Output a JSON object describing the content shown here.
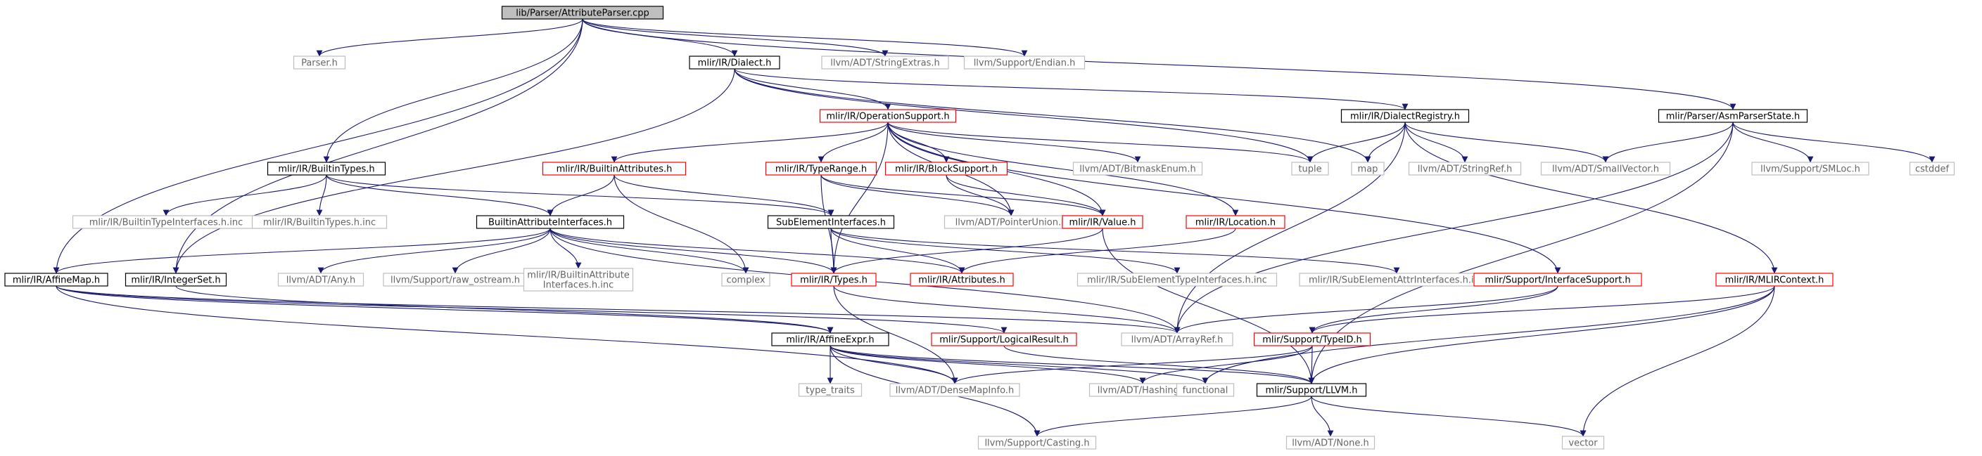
{
  "colors": {
    "edge": "#191970",
    "box_normal": "#000000",
    "box_external": "#bfbfbf",
    "box_incomplete": "#ff0000",
    "box_root_fill": "#bfbfbf",
    "text_normal": "#000000",
    "text_external": "#666666"
  },
  "nodes": [
    {
      "id": "root",
      "label": "lib/Parser/AttributeParser.cpp",
      "kind": "root"
    },
    {
      "id": "parser_h",
      "label": "Parser.h",
      "kind": "external"
    },
    {
      "id": "builtintypes_h",
      "label": "mlir/IR/BuiltinTypes.h",
      "kind": "normal"
    },
    {
      "id": "dialect_h",
      "label": "mlir/IR/Dialect.h",
      "kind": "normal"
    },
    {
      "id": "stringextras_h",
      "label": "llvm/ADT/StringExtras.h",
      "kind": "external"
    },
    {
      "id": "endian_h",
      "label": "llvm/Support/Endian.h",
      "kind": "external"
    },
    {
      "id": "asmparserstate_h",
      "label": "mlir/Parser/AsmParserState.h",
      "kind": "normal"
    },
    {
      "id": "opsupport_h",
      "label": "mlir/IR/OperationSupport.h",
      "kind": "incomplete"
    },
    {
      "id": "dialectregistry_h",
      "label": "mlir/IR/DialectRegistry.h",
      "kind": "normal"
    },
    {
      "id": "builtinattrs_h",
      "label": "mlir/IR/BuiltinAttributes.h",
      "kind": "incomplete"
    },
    {
      "id": "typerange_h",
      "label": "mlir/IR/TypeRange.h",
      "kind": "incomplete"
    },
    {
      "id": "blocksupport_h",
      "label": "mlir/IR/BlockSupport.h",
      "kind": "incomplete"
    },
    {
      "id": "bitmaskenum_h",
      "label": "llvm/ADT/BitmaskEnum.h",
      "kind": "external"
    },
    {
      "id": "tuple",
      "label": "tuple",
      "kind": "external"
    },
    {
      "id": "map",
      "label": "map",
      "kind": "external"
    },
    {
      "id": "stringref_h",
      "label": "llvm/ADT/StringRef.h",
      "kind": "external"
    },
    {
      "id": "smallvector_h",
      "label": "llvm/ADT/SmallVector.h",
      "kind": "external"
    },
    {
      "id": "smloc_h",
      "label": "llvm/Support/SMLoc.h",
      "kind": "external"
    },
    {
      "id": "cstddef",
      "label": "cstddef",
      "kind": "external"
    },
    {
      "id": "builtintypeinterfaces_inc",
      "label": "mlir/IR/BuiltinTypeInterfaces.h.inc",
      "kind": "external"
    },
    {
      "id": "builtintypes_inc",
      "label": "mlir/IR/BuiltinTypes.h.inc",
      "kind": "external"
    },
    {
      "id": "builtinattrinterfaces_h",
      "label": "BuiltinAttributeInterfaces.h",
      "kind": "normal"
    },
    {
      "id": "subelementinterfaces_h",
      "label": "SubElementInterfaces.h",
      "kind": "normal"
    },
    {
      "id": "pointerunion_h",
      "label": "llvm/ADT/PointerUnion.h",
      "kind": "external"
    },
    {
      "id": "value_h",
      "label": "mlir/IR/Value.h",
      "kind": "incomplete"
    },
    {
      "id": "location_h",
      "label": "mlir/IR/Location.h",
      "kind": "incomplete"
    },
    {
      "id": "affinemap_h",
      "label": "mlir/IR/AffineMap.h",
      "kind": "normal"
    },
    {
      "id": "integerset_h",
      "label": "mlir/IR/IntegerSet.h",
      "kind": "normal"
    },
    {
      "id": "any_h",
      "label": "llvm/ADT/Any.h",
      "kind": "external"
    },
    {
      "id": "raw_ostream_h",
      "label": "llvm/Support/raw_ostream.h",
      "kind": "external"
    },
    {
      "id": "builtinattrinterfaces_inc",
      "label": "mlir/IR/BuiltinAttribute\nInterfaces.h.inc",
      "kind": "external"
    },
    {
      "id": "complex",
      "label": "complex",
      "kind": "external"
    },
    {
      "id": "types_h",
      "label": "mlir/IR/Types.h",
      "kind": "incomplete"
    },
    {
      "id": "attributes_h",
      "label": "mlir/IR/Attributes.h",
      "kind": "incomplete"
    },
    {
      "id": "subelementtypeinterfaces_inc",
      "label": "mlir/IR/SubElementTypeInterfaces.h.inc",
      "kind": "external"
    },
    {
      "id": "subelementattrinterfaces_inc",
      "label": "mlir/IR/SubElementAttrInterfaces.h.inc",
      "kind": "external"
    },
    {
      "id": "interfacesupport_h",
      "label": "mlir/Support/InterfaceSupport.h",
      "kind": "incomplete"
    },
    {
      "id": "mlircontext_h",
      "label": "mlir/IR/MLIRContext.h",
      "kind": "incomplete"
    },
    {
      "id": "affineexpr_h",
      "label": "mlir/IR/AffineExpr.h",
      "kind": "normal"
    },
    {
      "id": "logicalresult_h",
      "label": "mlir/Support/LogicalResult.h",
      "kind": "incomplete"
    },
    {
      "id": "arrayref_h",
      "label": "llvm/ADT/ArrayRef.h",
      "kind": "external"
    },
    {
      "id": "typeid_h",
      "label": "mlir/Support/TypeID.h",
      "kind": "incomplete"
    },
    {
      "id": "type_traits",
      "label": "type_traits",
      "kind": "external"
    },
    {
      "id": "densemapinfo_h",
      "label": "llvm/ADT/DenseMapInfo.h",
      "kind": "external"
    },
    {
      "id": "hashing_h",
      "label": "llvm/ADT/Hashing.h",
      "kind": "external"
    },
    {
      "id": "functional",
      "label": "functional",
      "kind": "external"
    },
    {
      "id": "llvm_h",
      "label": "mlir/Support/LLVM.h",
      "kind": "normal"
    },
    {
      "id": "casting_h",
      "label": "llvm/Support/Casting.h",
      "kind": "external"
    },
    {
      "id": "none_h",
      "label": "llvm/ADT/None.h",
      "kind": "external"
    },
    {
      "id": "vector",
      "label": "vector",
      "kind": "external"
    }
  ],
  "edges": [
    [
      "root",
      "parser_h"
    ],
    [
      "root",
      "builtintypes_h"
    ],
    [
      "root",
      "dialect_h"
    ],
    [
      "root",
      "stringextras_h"
    ],
    [
      "root",
      "endian_h"
    ],
    [
      "root",
      "asmparserstate_h"
    ],
    [
      "root",
      "affinemap_h"
    ],
    [
      "root",
      "integerset_h"
    ],
    [
      "dialect_h",
      "opsupport_h"
    ],
    [
      "dialect_h",
      "dialectregistry_h"
    ],
    [
      "dialect_h",
      "tuple"
    ],
    [
      "dialect_h",
      "map"
    ],
    [
      "dialect_h",
      "integerset_h"
    ],
    [
      "asmparserstate_h",
      "smallvector_h"
    ],
    [
      "asmparserstate_h",
      "smloc_h"
    ],
    [
      "asmparserstate_h",
      "cstddef"
    ],
    [
      "asmparserstate_h",
      "arrayref_h"
    ],
    [
      "asmparserstate_h",
      "llvm_h"
    ],
    [
      "opsupport_h",
      "builtinattrs_h"
    ],
    [
      "opsupport_h",
      "typerange_h"
    ],
    [
      "opsupport_h",
      "blocksupport_h"
    ],
    [
      "opsupport_h",
      "bitmaskenum_h"
    ],
    [
      "opsupport_h",
      "location_h"
    ],
    [
      "opsupport_h",
      "value_h"
    ],
    [
      "opsupport_h",
      "pointerunion_h"
    ],
    [
      "opsupport_h",
      "interfacesupport_h"
    ],
    [
      "opsupport_h",
      "tuple"
    ],
    [
      "opsupport_h",
      "types_h"
    ],
    [
      "dialectregistry_h",
      "tuple"
    ],
    [
      "dialectregistry_h",
      "map"
    ],
    [
      "dialectregistry_h",
      "stringref_h"
    ],
    [
      "dialectregistry_h",
      "smallvector_h"
    ],
    [
      "dialectregistry_h",
      "mlircontext_h"
    ],
    [
      "dialectregistry_h",
      "arrayref_h"
    ],
    [
      "builtintypes_h",
      "builtintypeinterfaces_inc"
    ],
    [
      "builtintypes_h",
      "builtintypes_inc"
    ],
    [
      "builtintypes_h",
      "builtinattrinterfaces_h"
    ],
    [
      "builtintypes_h",
      "subelementinterfaces_h"
    ],
    [
      "builtinattrs_h",
      "builtinattrinterfaces_h"
    ],
    [
      "builtinattrs_h",
      "subelementinterfaces_h"
    ],
    [
      "builtinattrs_h",
      "complex"
    ],
    [
      "typerange_h",
      "types_h"
    ],
    [
      "typerange_h",
      "value_h"
    ],
    [
      "typerange_h",
      "pointerunion_h"
    ],
    [
      "blocksupport_h",
      "value_h"
    ],
    [
      "blocksupport_h",
      "pointerunion_h"
    ],
    [
      "builtinattrinterfaces_h",
      "affinemap_h"
    ],
    [
      "builtinattrinterfaces_h",
      "any_h"
    ],
    [
      "builtinattrinterfaces_h",
      "raw_ostream_h"
    ],
    [
      "builtinattrinterfaces_h",
      "builtinattrinterfaces_inc"
    ],
    [
      "builtinattrinterfaces_h",
      "complex"
    ],
    [
      "builtinattrinterfaces_h",
      "types_h"
    ],
    [
      "builtinattrinterfaces_h",
      "attributes_h"
    ],
    [
      "builtinattrinterfaces_h",
      "arrayref_h"
    ],
    [
      "subelementinterfaces_h",
      "types_h"
    ],
    [
      "subelementinterfaces_h",
      "attributes_h"
    ],
    [
      "subelementinterfaces_h",
      "subelementtypeinterfaces_inc"
    ],
    [
      "subelementinterfaces_h",
      "subelementattrinterfaces_inc"
    ],
    [
      "value_h",
      "types_h"
    ],
    [
      "value_h",
      "llvm_h"
    ],
    [
      "location_h",
      "attributes_h"
    ],
    [
      "types_h",
      "arrayref_h"
    ],
    [
      "types_h",
      "densemapinfo_h"
    ],
    [
      "interfacesupport_h",
      "arrayref_h"
    ],
    [
      "interfacesupport_h",
      "typeid_h"
    ],
    [
      "mlircontext_h",
      "typeid_h"
    ],
    [
      "mlircontext_h",
      "functional"
    ],
    [
      "mlircontext_h",
      "llvm_h"
    ],
    [
      "mlircontext_h",
      "vector"
    ],
    [
      "affinemap_h",
      "affineexpr_h"
    ],
    [
      "affinemap_h",
      "logicalresult_h"
    ],
    [
      "affinemap_h",
      "arrayref_h"
    ],
    [
      "affinemap_h",
      "densemapinfo_h"
    ],
    [
      "integerset_h",
      "affineexpr_h"
    ],
    [
      "affineexpr_h",
      "type_traits"
    ],
    [
      "affineexpr_h",
      "densemapinfo_h"
    ],
    [
      "affineexpr_h",
      "hashing_h"
    ],
    [
      "affineexpr_h",
      "functional"
    ],
    [
      "affineexpr_h",
      "casting_h"
    ],
    [
      "affineexpr_h",
      "llvm_h"
    ],
    [
      "logicalresult_h",
      "llvm_h"
    ],
    [
      "typeid_h",
      "hashing_h"
    ],
    [
      "typeid_h",
      "densemapinfo_h"
    ],
    [
      "typeid_h",
      "llvm_h"
    ],
    [
      "llvm_h",
      "casting_h"
    ],
    [
      "llvm_h",
      "none_h"
    ],
    [
      "llvm_h",
      "vector"
    ]
  ]
}
